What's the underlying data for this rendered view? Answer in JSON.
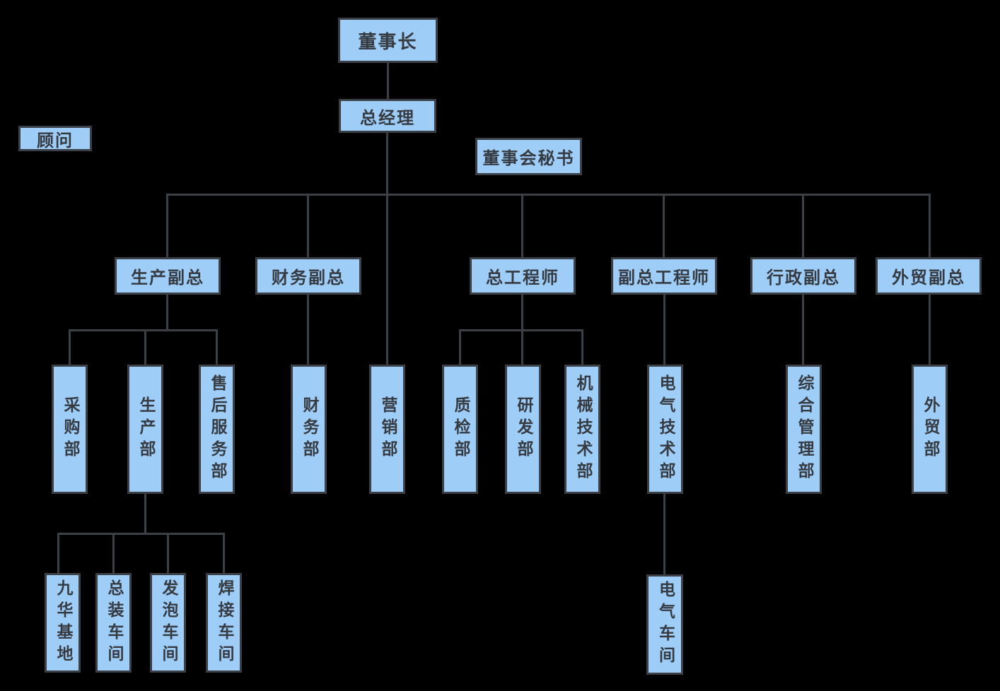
{
  "diagram": {
    "type": "org-chart",
    "colors": {
      "background": "#000000",
      "node_fill": "#9ECDF8",
      "node_border": "#3B4046",
      "connector": "#3B4046",
      "text": "#363B42"
    },
    "nodes": {
      "chairman": {
        "label": "董事长"
      },
      "general_manager": {
        "label": "总经理"
      },
      "advisor": {
        "label": "顾问"
      },
      "board_secretary": {
        "label": "董事会秘书"
      },
      "production_vp": {
        "label": "生产副总"
      },
      "finance_vp": {
        "label": "财务副总"
      },
      "chief_engineer": {
        "label": "总工程师"
      },
      "deputy_chief_engineer": {
        "label": "副总工程师"
      },
      "admin_vp": {
        "label": "行政副总"
      },
      "foreign_trade_vp": {
        "label": "外贸副总"
      },
      "purchasing_dept": {
        "label": "采购部"
      },
      "production_dept": {
        "label": "生产部"
      },
      "after_sales_dept": {
        "label": "售后服务部"
      },
      "finance_dept": {
        "label": "财务部"
      },
      "marketing_dept": {
        "label": "营销部"
      },
      "quality_dept": {
        "label": "质检部"
      },
      "rd_dept": {
        "label": "研发部"
      },
      "mech_tech_dept": {
        "label": "机械技术部"
      },
      "elec_tech_dept": {
        "label": "电气技术部"
      },
      "general_mgmt_dept": {
        "label": "综合管理部"
      },
      "foreign_trade_dept": {
        "label": "外贸部"
      },
      "jiuhua_base": {
        "label": "九华基地"
      },
      "assembly_workshop": {
        "label": "总装车间"
      },
      "foaming_workshop": {
        "label": "发泡车间"
      },
      "welding_workshop": {
        "label": "焊接车间"
      },
      "electrical_workshop": {
        "label": "电气车间"
      }
    },
    "edges": [
      [
        "董事长",
        "总经理"
      ],
      [
        "总经理",
        "生产副总"
      ],
      [
        "总经理",
        "财务副总"
      ],
      [
        "总经理",
        "营销部"
      ],
      [
        "总经理",
        "总工程师"
      ],
      [
        "总经理",
        "副总工程师"
      ],
      [
        "总经理",
        "行政副总"
      ],
      [
        "总经理",
        "外贸副总"
      ],
      [
        "生产副总",
        "采购部"
      ],
      [
        "生产副总",
        "生产部"
      ],
      [
        "生产副总",
        "售后服务部"
      ],
      [
        "财务副总",
        "财务部"
      ],
      [
        "总工程师",
        "质检部"
      ],
      [
        "总工程师",
        "研发部"
      ],
      [
        "总工程师",
        "机械技术部"
      ],
      [
        "副总工程师",
        "电气技术部"
      ],
      [
        "行政副总",
        "综合管理部"
      ],
      [
        "外贸副总",
        "外贸部"
      ],
      [
        "生产部",
        "九华基地"
      ],
      [
        "生产部",
        "总装车间"
      ],
      [
        "生产部",
        "发泡车间"
      ],
      [
        "生产部",
        "焊接车间"
      ],
      [
        "电气技术部",
        "电气车间"
      ]
    ],
    "floating_nodes": [
      "顾问",
      "董事会秘书"
    ]
  }
}
